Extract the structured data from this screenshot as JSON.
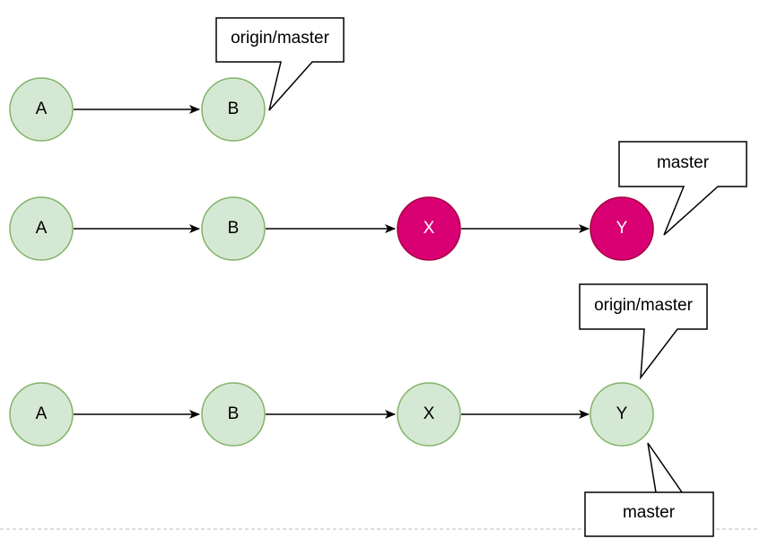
{
  "colors": {
    "commit_fill": "#d5e8d4",
    "commit_stroke": "#82b366",
    "new_commit_fill": "#d80073",
    "new_commit_stroke": "#a50040",
    "edge": "#000000",
    "callout_fill": "#ffffff",
    "callout_stroke": "#000000",
    "divider": "#bbbbbb"
  },
  "rows": [
    {
      "commits": [
        {
          "label": "A",
          "new": false
        },
        {
          "label": "B",
          "new": false
        }
      ],
      "callouts": [
        {
          "label": "origin/master"
        }
      ]
    },
    {
      "commits": [
        {
          "label": "A",
          "new": false
        },
        {
          "label": "B",
          "new": false
        },
        {
          "label": "X",
          "new": true
        },
        {
          "label": "Y",
          "new": true
        }
      ],
      "callouts": [
        {
          "label": "master"
        }
      ]
    },
    {
      "commits": [
        {
          "label": "A",
          "new": false
        },
        {
          "label": "B",
          "new": false
        },
        {
          "label": "X",
          "new": false
        },
        {
          "label": "Y",
          "new": false
        }
      ],
      "callouts": [
        {
          "label": "origin/master"
        },
        {
          "label": "master"
        }
      ]
    }
  ]
}
